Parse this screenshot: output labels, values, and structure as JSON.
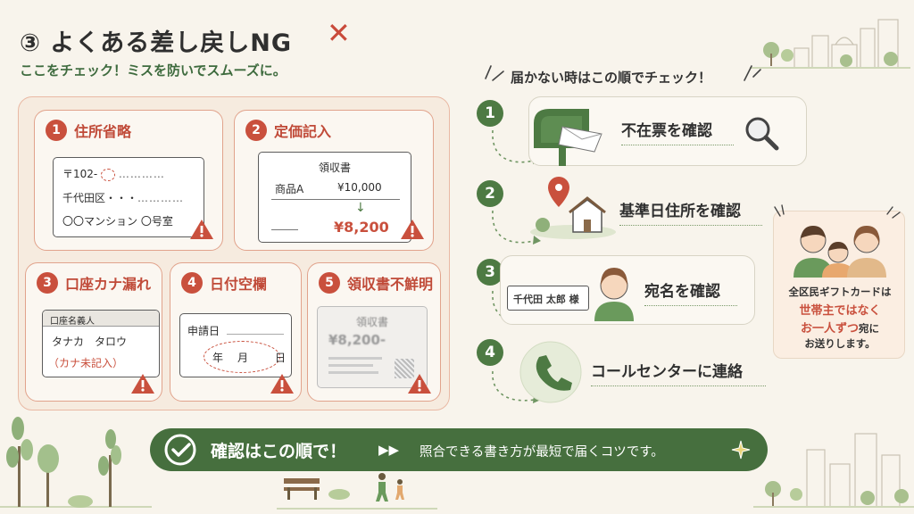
{
  "header": {
    "title": "③ よくある差し戻しNG",
    "title_mark": "✕",
    "subtitle": "ここをチェック！ミスを防いでスムーズに。"
  },
  "cards": [
    {
      "num": "1",
      "title": "住所省略",
      "lines": [
        "〒102-",
        "千代田区・・・",
        "〇〇マンション 〇号室"
      ]
    },
    {
      "num": "2",
      "title": "定価記入",
      "receipt_title": "領収書",
      "item": "商品A",
      "list_price": "¥10,000",
      "actual_price": "¥8,200"
    },
    {
      "num": "3",
      "title": "口座カナ漏れ",
      "field_label": "口座名義人",
      "kana": "タナカ　タロウ",
      "note": "（カナ未記入）"
    },
    {
      "num": "4",
      "title": "日付空欄",
      "field_label": "申請日",
      "date_parts": [
        "年",
        "月",
        "日"
      ]
    },
    {
      "num": "5",
      "title": "領収書不鮮明",
      "receipt_title": "領収書",
      "amount": "¥8,200-"
    }
  ],
  "checklist": {
    "title": "届かない時はこの順でチェック！",
    "steps": [
      {
        "num": "1",
        "label": "不在票を確認",
        "icon": "mailbox-icon"
      },
      {
        "num": "2",
        "label": "基準日住所を確認",
        "icon": "house-location-icon"
      },
      {
        "num": "3",
        "label": "宛名を確認",
        "icon": "person-icon",
        "nameplate": "千代田 太郎 様"
      },
      {
        "num": "4",
        "label": "コールセンターに連絡",
        "icon": "phone-icon"
      }
    ]
  },
  "gift_note": {
    "line1": "全区民ギフトカードは",
    "line2": "世帯主ではなく",
    "line3a": "お一人ずつ",
    "line3b": "宛に",
    "line4": "お送りします。"
  },
  "banner": {
    "main": "確認はこの順で！",
    "arrows": "▶▶",
    "sub": "照合できる書き方が最短で届くコツです。"
  },
  "colors": {
    "accent_red": "#c9503d",
    "accent_green": "#466f3e",
    "background": "#f8f4ec"
  }
}
